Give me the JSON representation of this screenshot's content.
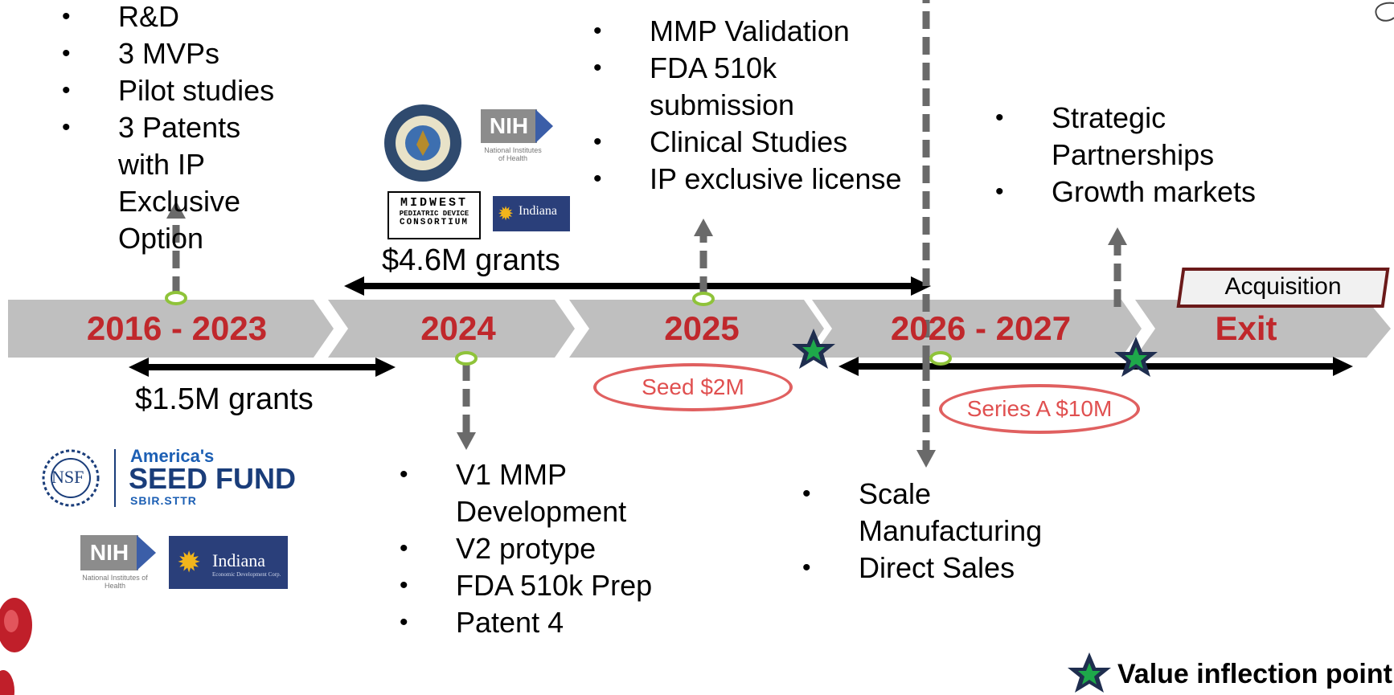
{
  "bullets": {
    "rd": [
      "R&D",
      "3 MVPs",
      "Pilot studies",
      "3 Patents with IP Exclusive Option"
    ],
    "y2024": [
      "V1 MMP Development",
      "V2 protype",
      "FDA 510k Prep",
      "Patent 4"
    ],
    "y2025": [
      "MMP Validation",
      "FDA 510k submission",
      "Clinical Studies",
      "IP exclusive license"
    ],
    "scale": [
      "Scale Manufacturing",
      "Direct Sales"
    ],
    "exit": [
      "Strategic Partnerships",
      "Growth markets"
    ]
  },
  "timeline": {
    "segments": [
      "2016 - 2023",
      "2024",
      "2025",
      "2026 - 2027",
      "Exit"
    ],
    "acquisition": "Acquisition"
  },
  "grants": {
    "early": "$1.5M grants",
    "mid": "$4.6M grants"
  },
  "funding": {
    "seed": "Seed $2M",
    "series_a": "Series A $10M"
  },
  "logos": {
    "nih": "NIH",
    "nih_sub": "National Institutes of Health",
    "indiana": "Indiana",
    "indiana_sub": "Economic Development Corp.",
    "midwest": [
      "MIDWEST",
      "PEDIATRIC DEVICE",
      "CONSORTIUM"
    ],
    "nsf": "NSF",
    "seed_top": "America's",
    "seed_main": "SEED FUND",
    "seed_sub": "SBIR.STTR"
  },
  "legend": {
    "label": "Value inflection point"
  },
  "colors": {
    "timeline": "#bfbfbf",
    "label": "#c0282c",
    "funding": "#e05050",
    "star_fill": "#1ea84a",
    "star_outline": "#1f2e4f"
  }
}
